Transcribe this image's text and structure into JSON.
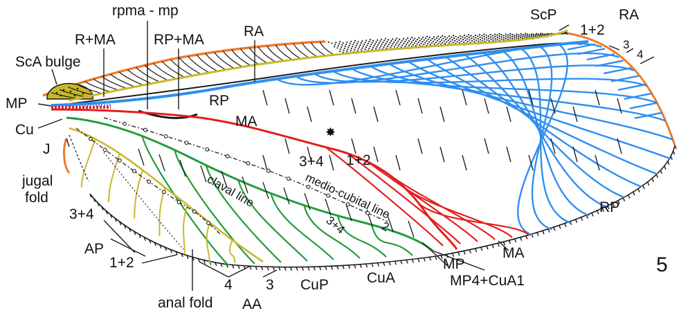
{
  "colors": {
    "background": "#ffffff",
    "costal_margin": "#f07a2a",
    "subcosta_posterior": "#c8b82a",
    "radius_anterior": "#1a1a1a",
    "radius_posterior": "#2f8ef0",
    "media_anterior": "#e31e1e",
    "cubitus": "#229b3a",
    "anal": "#c8b82a",
    "crossveins": "#1a1a1a"
  },
  "figure_number": "5",
  "labels": {
    "rpma_mp": "rpma - mp",
    "r_ma": "R+MA",
    "rp_ma": "RP+MA",
    "ra_top": "RA",
    "scp": "ScP",
    "ra_tip": "RA",
    "ra_1_2": "1+2",
    "ra_3": "3",
    "ra_4": "4",
    "sca_bulge": "ScA bulge",
    "mp_left": "MP",
    "cu": "Cu",
    "j": "J",
    "rp_inner": "RP",
    "ma_inner": "MA",
    "ma_1_2": "1+2",
    "ma_3_4": "3+4",
    "jugal_fold": "jugal\nfold",
    "ap_3_4": "3+4",
    "ap": "AP",
    "ap_1_2": "1+2",
    "anal_fold": "anal fold",
    "aa": "AA",
    "aa_4": "4",
    "aa_3": "3",
    "cup": "CuP",
    "cua": "CuA",
    "mp4_cua1": "MP4+CuA1",
    "mp_bottom": "MP",
    "ma_bottom": "MA",
    "rp_right": "RP",
    "cu_3_4": "3+4",
    "cu_2": "2",
    "claval_line": "claval line",
    "medio_cubital_line": "medio-cubital line"
  }
}
